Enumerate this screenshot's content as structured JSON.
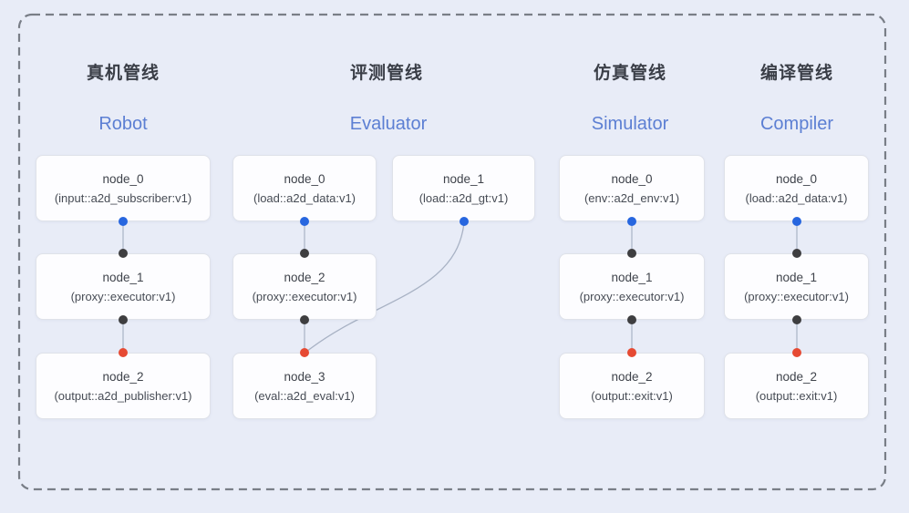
{
  "pipelines": [
    {
      "title_zh": "真机管线",
      "title_en": "Robot",
      "nodes": [
        {
          "name": "node_0",
          "type": "(input::a2d_subscriber:v1)"
        },
        {
          "name": "node_1",
          "type": "(proxy::executor:v1)"
        },
        {
          "name": "node_2",
          "type": "(output::a2d_publisher:v1)"
        }
      ]
    },
    {
      "title_zh": "评测管线",
      "title_en": "Evaluator",
      "nodes": [
        {
          "name": "node_0",
          "type": "(load::a2d_data:v1)"
        },
        {
          "name": "node_1",
          "type": "(load::a2d_gt:v1)"
        },
        {
          "name": "node_2",
          "type": "(proxy::executor:v1)"
        },
        {
          "name": "node_3",
          "type": "(eval::a2d_eval:v1)"
        }
      ]
    },
    {
      "title_zh": "仿真管线",
      "title_en": "Simulator",
      "nodes": [
        {
          "name": "node_0",
          "type": "(env::a2d_env:v1)"
        },
        {
          "name": "node_1",
          "type": "(proxy::executor:v1)"
        },
        {
          "name": "node_2",
          "type": "(output::exit:v1)"
        }
      ]
    },
    {
      "title_zh": "编译管线",
      "title_en": "Compiler",
      "nodes": [
        {
          "name": "node_0",
          "type": "(load::a2d_data:v1)"
        },
        {
          "name": "node_1",
          "type": "(proxy::executor:v1)"
        },
        {
          "name": "node_2",
          "type": "(output::exit:v1)"
        }
      ]
    }
  ],
  "colors": {
    "background": "#e8ecf7",
    "box_fill": "#fdfdff",
    "box_border": "#dfe2e9",
    "dashed_border": "#797e87",
    "title_zh": "#3a3e47",
    "title_en": "#5c7fd3",
    "source_port": "#2766df",
    "intermediate_port": "#3e3e40",
    "sink_port": "#e64a33",
    "edge_line": "#aeb8c9"
  }
}
